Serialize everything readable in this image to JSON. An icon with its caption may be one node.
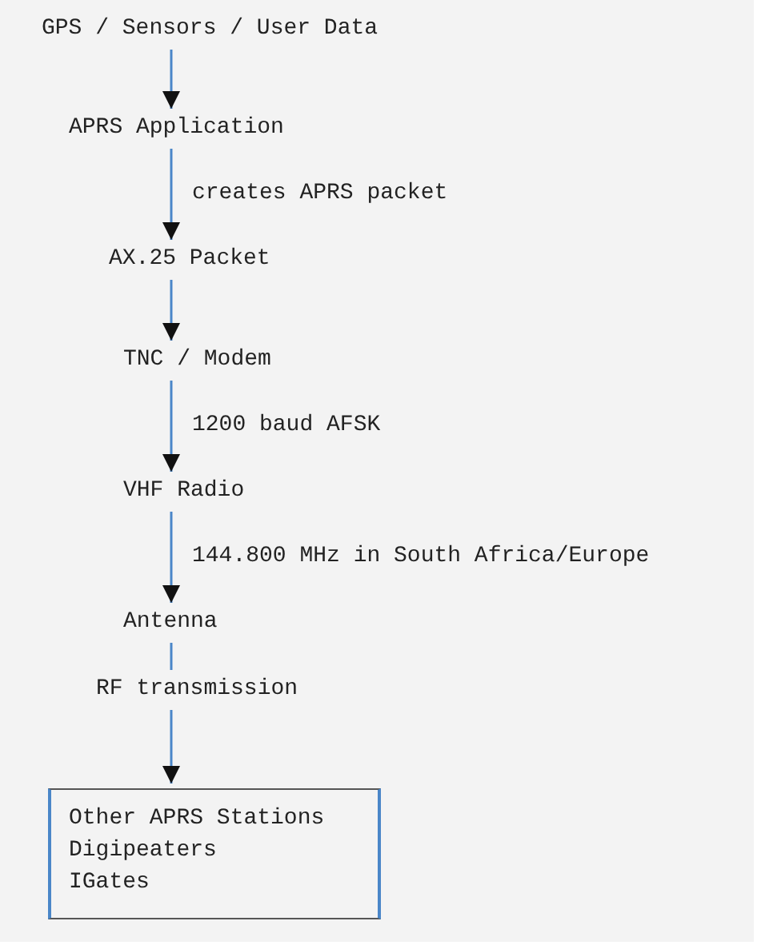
{
  "diagram": {
    "nodes": [
      {
        "text": [
          "GPS / Sensors / User Data"
        ]
      },
      {
        "text": [
          "APRS Application"
        ]
      },
      {
        "text": [
          "AX.25 Packet"
        ]
      },
      {
        "text": [
          "TNC / Modem"
        ]
      },
      {
        "text": [
          "VHF Radio"
        ]
      },
      {
        "text": [
          "Antenna"
        ]
      },
      {
        "text": [
          "RF transmission"
        ]
      },
      {
        "text": [
          "Other APRS Stations",
          "Digipeaters",
          "IGates"
        ]
      }
    ],
    "edges": [
      {
        "from": 0,
        "to": 1,
        "arrow": "to"
      },
      {
        "from": 1,
        "to": 2,
        "arrow": "to",
        "label": "creates APRS packet"
      },
      {
        "from": 2,
        "to": 3,
        "arrow": "to"
      },
      {
        "from": 3,
        "to": 4,
        "arrow": "to",
        "label": "1200 baud AFSK"
      },
      {
        "from": 4,
        "to": 5,
        "arrow": "to",
        "label": "144.800 MHz in South Africa/Europe"
      },
      {
        "from": 5,
        "to": 6,
        "arrow": "none"
      },
      {
        "from": 6,
        "to": 7,
        "arrow": "to"
      }
    ]
  }
}
